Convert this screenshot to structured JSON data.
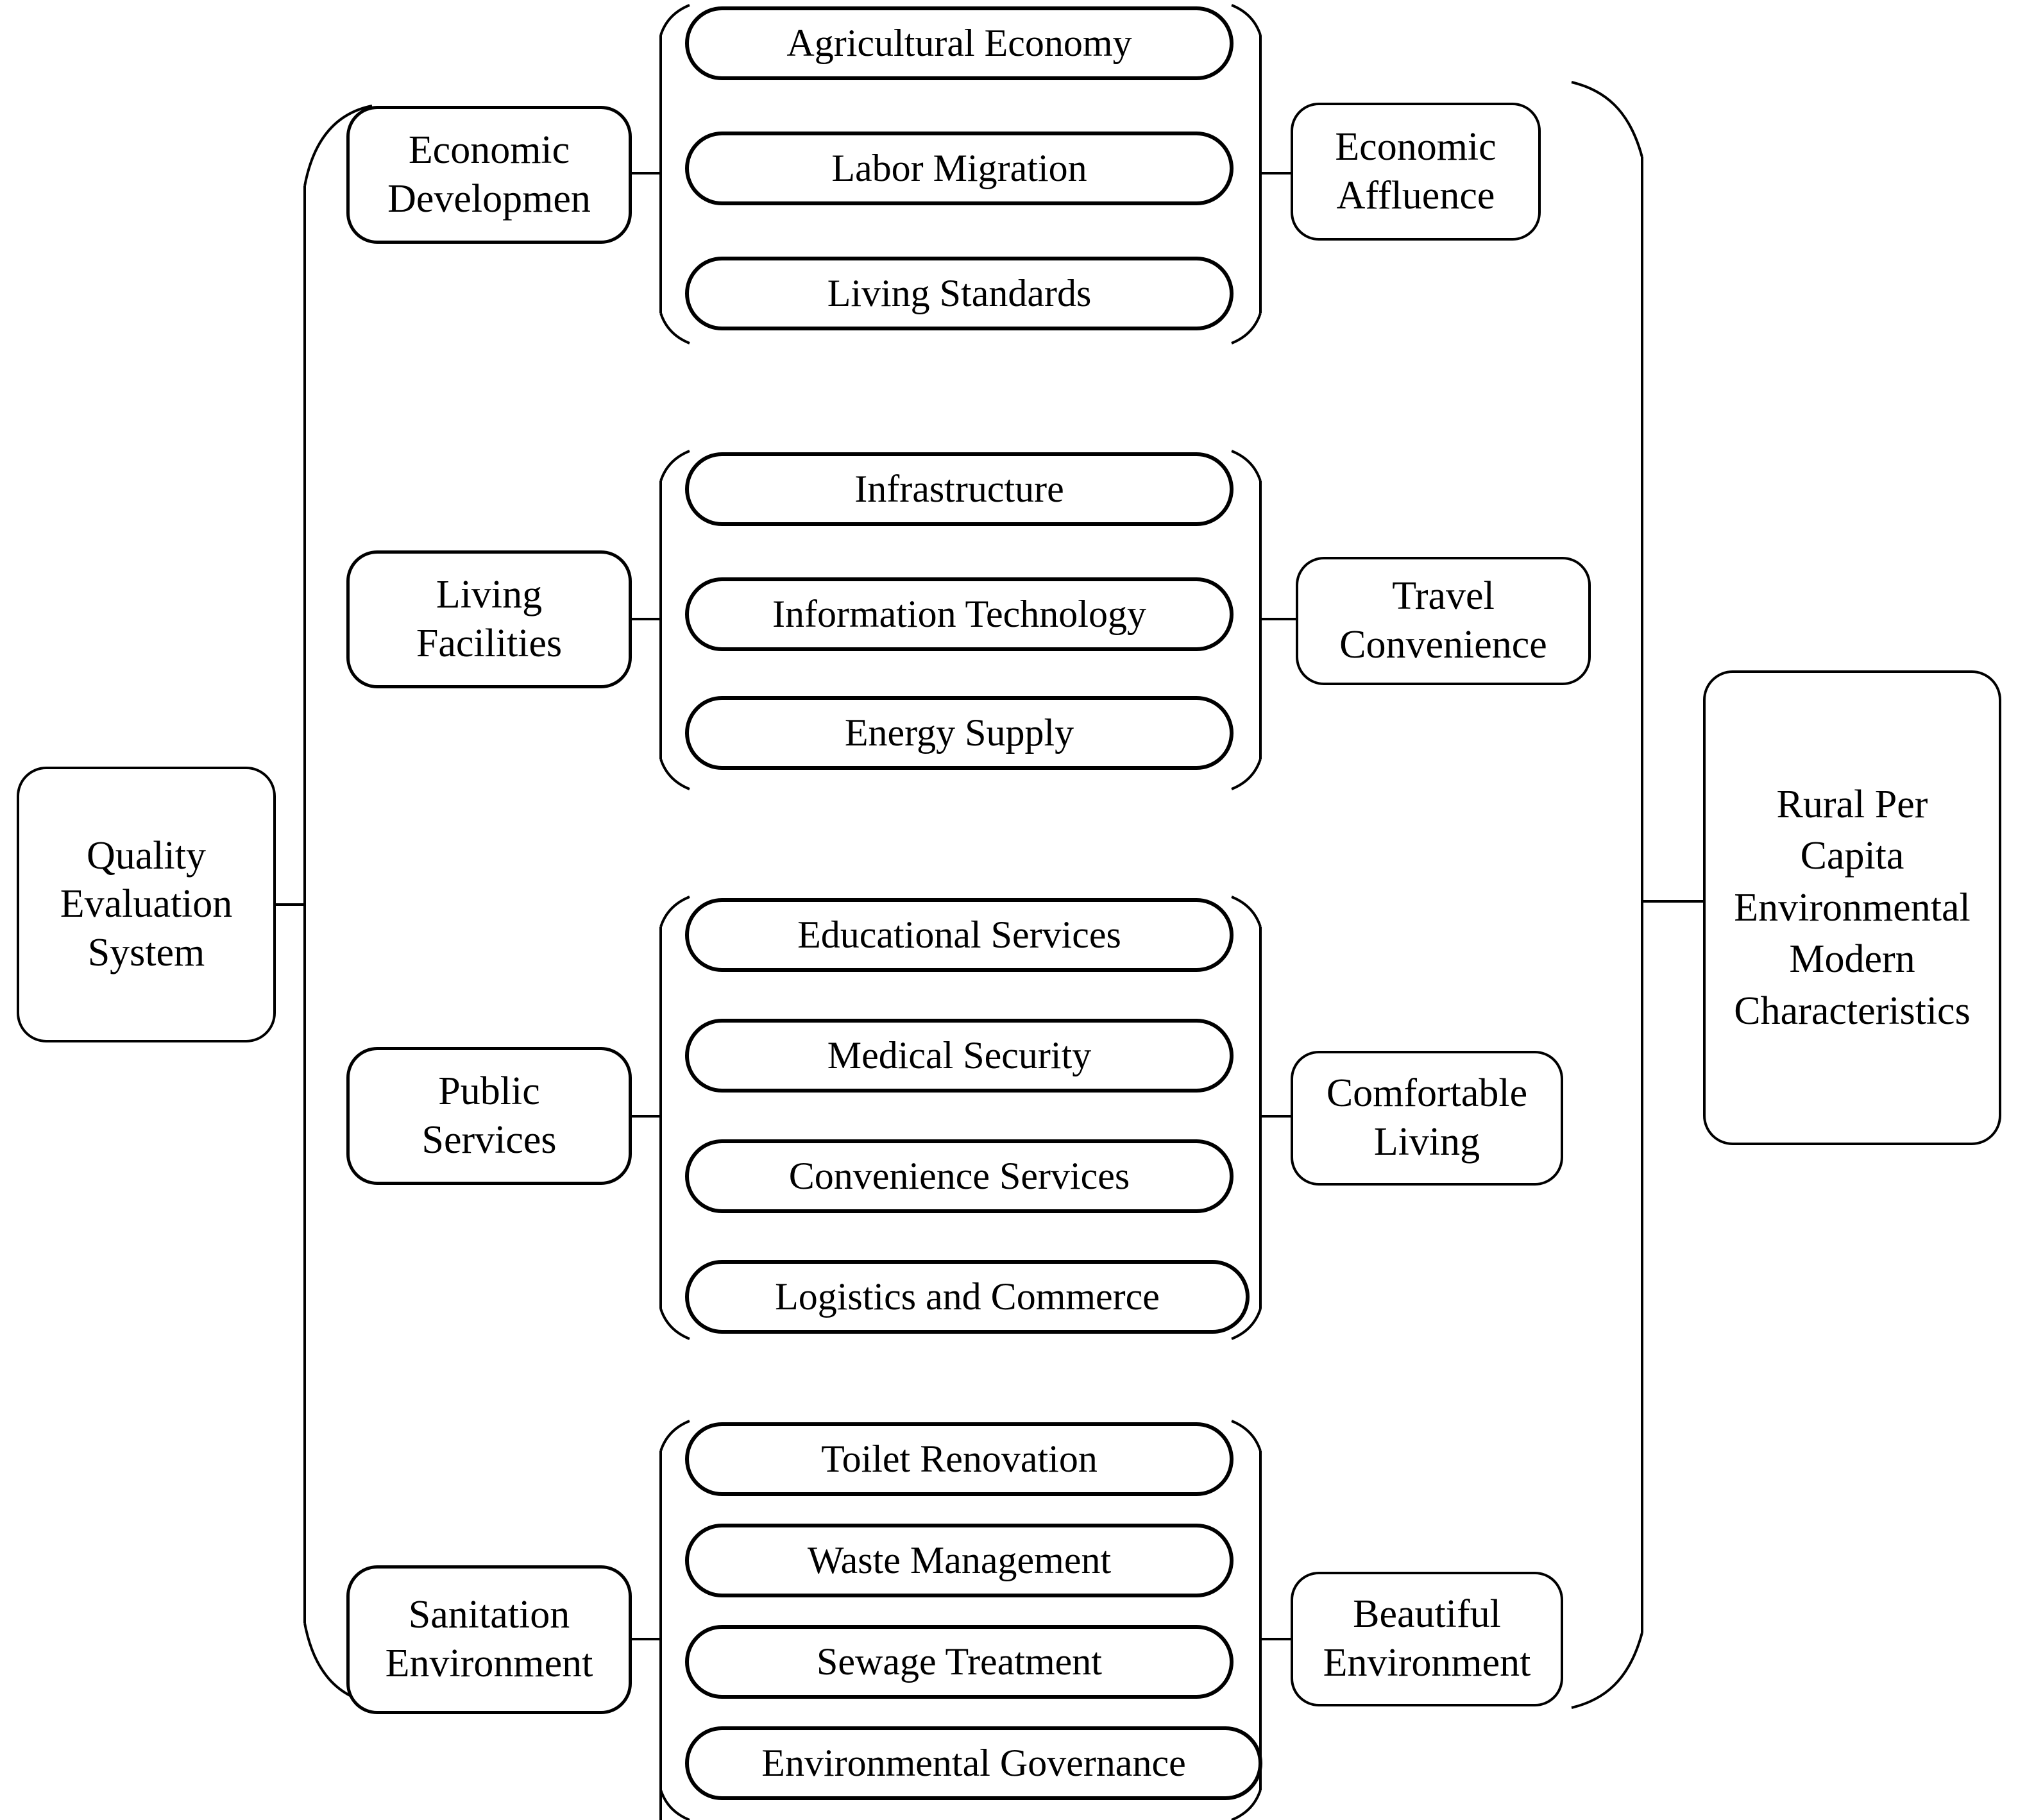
{
  "diagram": {
    "type": "hierarchical-bracket-tree",
    "orientation": "left-to-right",
    "root": {
      "label": "Quality\nEvaluation\nSystem"
    },
    "goal": {
      "label": "Rural Per\nCapita\nEnvironmental\nModern\nCharacteristics"
    },
    "branches": [
      {
        "group": {
          "label": "Economic\nDevelopmen"
        },
        "indicators": [
          {
            "label": "Agricultural Economy"
          },
          {
            "label": "Labor Migration"
          },
          {
            "label": "Living Standards"
          }
        ],
        "outcome": {
          "label": "Economic\nAffluence"
        }
      },
      {
        "group": {
          "label": "Living\nFacilities"
        },
        "indicators": [
          {
            "label": "Infrastructure"
          },
          {
            "label": "Information Technology"
          },
          {
            "label": "Energy Supply"
          }
        ],
        "outcome": {
          "label": "Travel\nConvenience"
        }
      },
      {
        "group": {
          "label": "Public\nServices"
        },
        "indicators": [
          {
            "label": "Educational Services"
          },
          {
            "label": "Medical Security"
          },
          {
            "label": "Convenience Services"
          },
          {
            "label": "Logistics and Commerce"
          }
        ],
        "outcome": {
          "label": "Comfortable\nLiving"
        }
      },
      {
        "group": {
          "label": "Sanitation\nEnvironment"
        },
        "indicators": [
          {
            "label": "Toilet Renovation"
          },
          {
            "label": "Waste Management"
          },
          {
            "label": "Sewage Treatment"
          },
          {
            "label": "Environmental Governance"
          }
        ],
        "outcome": {
          "label": "Beautiful\nEnvironment"
        }
      }
    ],
    "colors": {
      "stroke": "#000000",
      "fill": "#ffffff",
      "text": "#000000"
    }
  }
}
